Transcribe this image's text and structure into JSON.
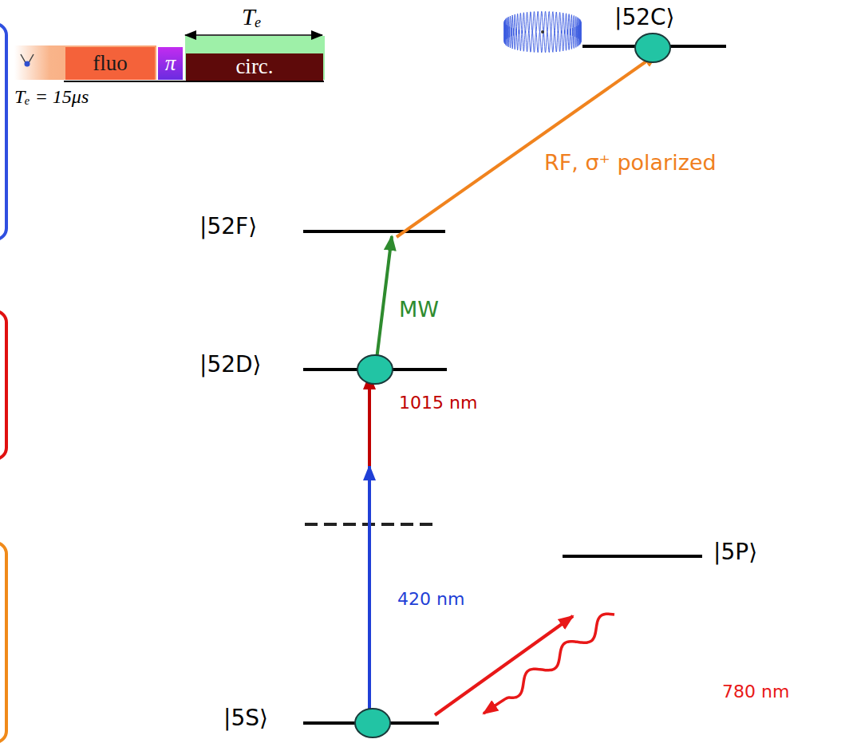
{
  "diagram": {
    "nodes": [
      {
        "text": [
          "fluo"
        ]
      },
      {
        "text": [
          "π"
        ]
      },
      {
        "text": [
          "circ."
        ]
      }
    ],
    "labels": [
      "Tₑ",
      "Tₑ = 15μs",
      "|52C⟩",
      "RF, σ⁺ polarized",
      "|52F⟩",
      "MW",
      "|52D⟩",
      "1015 nm",
      "420 nm",
      "|5P⟩",
      "780 nm",
      "|5S⟩"
    ]
  }
}
